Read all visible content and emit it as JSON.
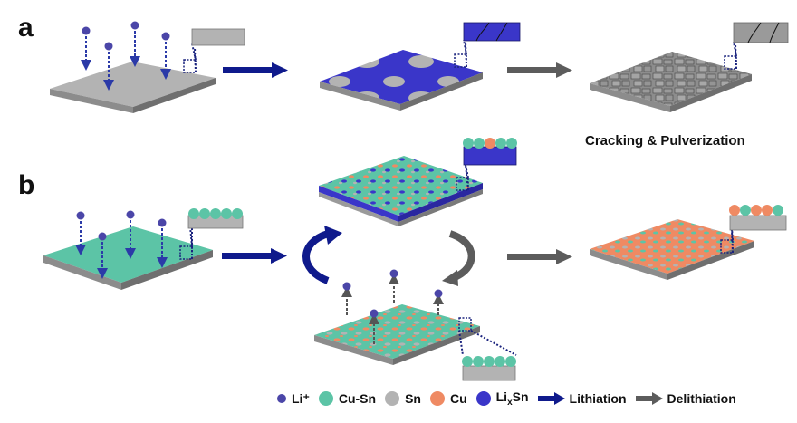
{
  "panels": {
    "a": "a",
    "b": "b"
  },
  "caption_cracking": "Cracking & Pulverization",
  "legend": {
    "li_plus": "Li⁺",
    "cu_sn": "Cu-Sn",
    "sn": "Sn",
    "cu": "Cu",
    "lix_sn_prefix": "Li",
    "lix_sn_sub": "x",
    "lix_sn_suffix": "Sn",
    "lithiation": "Lithiation",
    "delithiation": "Delithiation"
  },
  "colors": {
    "li_ion": "#4b46a8",
    "cu_sn": "#5cc4a6",
    "sn": "#b3b3b3",
    "cu": "#ef8a63",
    "lixsn": "#3a36c9",
    "lithiation_arrow": "#0f1a8c",
    "delithiation_arrow": "#5c5c5c"
  }
}
